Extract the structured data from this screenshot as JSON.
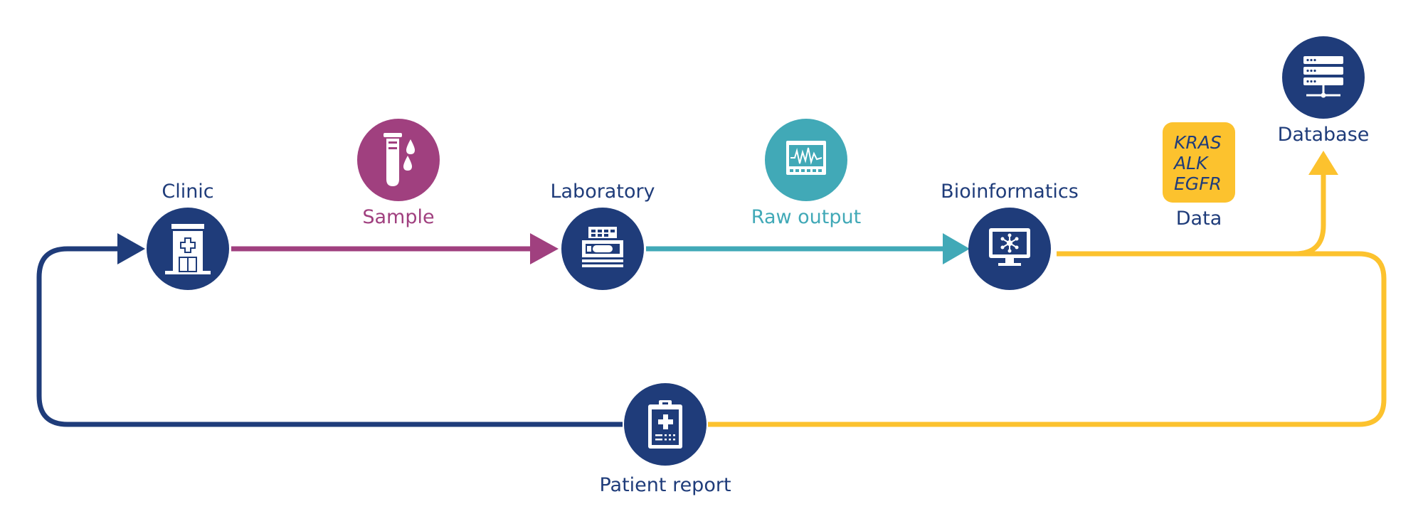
{
  "nodes": {
    "clinic": "Clinic",
    "sample": "Sample",
    "laboratory": "Laboratory",
    "raw_output": "Raw output",
    "bioinformatics": "Bioinformatics",
    "data": "Data",
    "database": "Database",
    "patient_report": "Patient report"
  },
  "genes": [
    "KRAS",
    "ALK",
    "EGFR"
  ],
  "colors": {
    "navy": "#1f3c7a",
    "purple": "#a0407f",
    "teal": "#41a9b7",
    "yellow": "#fcc22e"
  }
}
